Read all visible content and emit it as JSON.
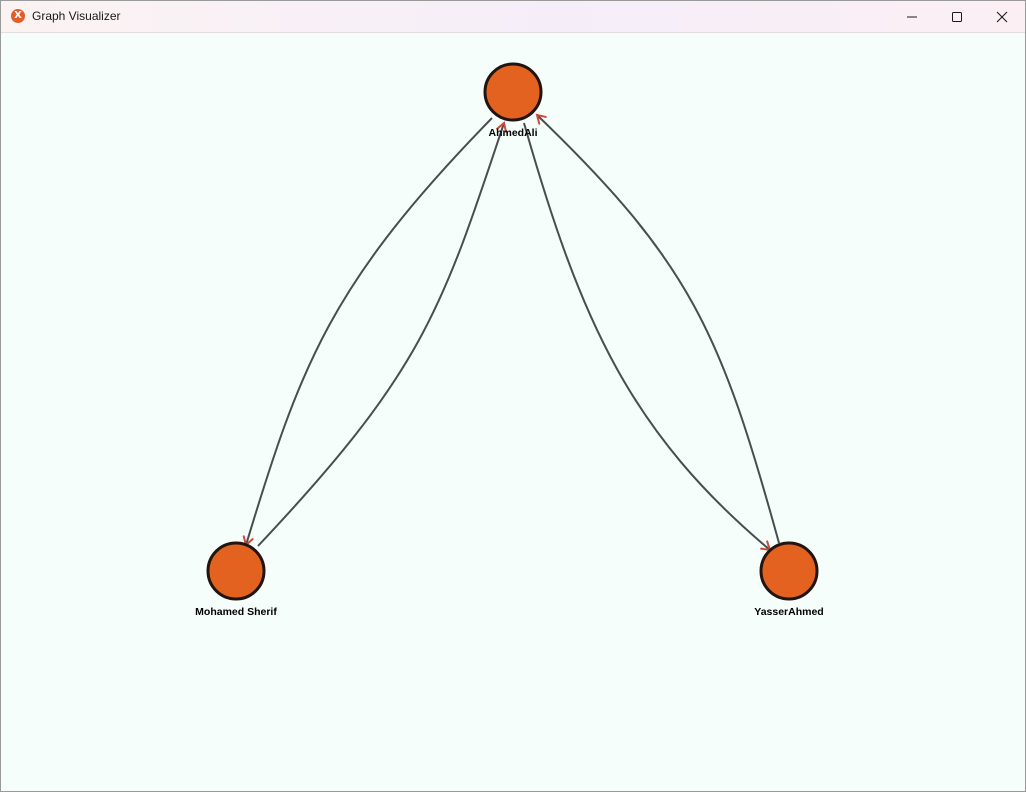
{
  "window": {
    "title": "Graph Visualizer",
    "app_icon_glyph": "X",
    "controls": {
      "minimize_icon": "minimize-icon",
      "maximize_icon": "maximize-icon",
      "close_icon": "close-icon"
    }
  },
  "graph": {
    "colors": {
      "background": "#f5fefa",
      "node_fill": "#e3621f",
      "node_stroke": "#201510",
      "edge_stroke": "#4a4d4f",
      "arrow_head": "#cf4a3c"
    },
    "nodes": [
      {
        "id": "ahmed",
        "label": "AhmedAli"
      },
      {
        "id": "mohamed",
        "label": "Mohamed Sherif"
      },
      {
        "id": "yasser",
        "label": "YasserAhmed"
      }
    ],
    "edges": [
      {
        "from": "ahmed",
        "to": "mohamed"
      },
      {
        "from": "mohamed",
        "to": "ahmed"
      },
      {
        "from": "ahmed",
        "to": "yasser"
      },
      {
        "from": "yasser",
        "to": "ahmed"
      }
    ]
  }
}
